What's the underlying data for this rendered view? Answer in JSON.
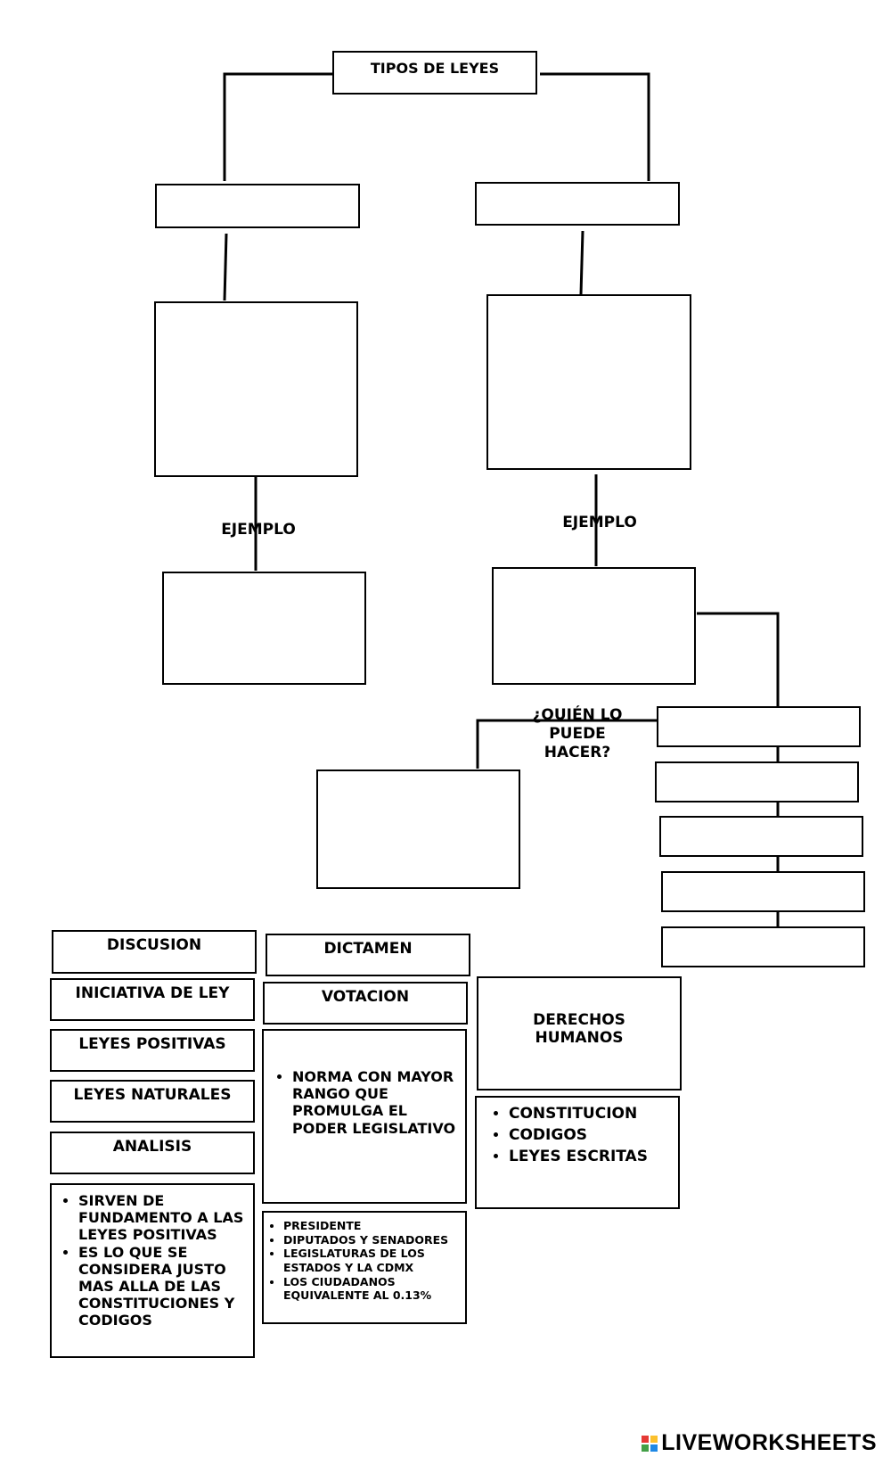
{
  "title": "TIPOS DE LEYES",
  "example_label": "EJEMPLO",
  "who_label_lines": [
    "¿QUIÉN LO",
    "PUEDE",
    "HACER?"
  ],
  "cards": [
    {
      "key": "discusion",
      "label": "DISCUSION"
    },
    {
      "key": "dictamen",
      "label": "DICTAMEN"
    },
    {
      "key": "iniciativa",
      "label": "INICIATIVA DE LEY"
    },
    {
      "key": "votacion",
      "label": "VOTACION"
    },
    {
      "key": "positivas",
      "label": "LEYES POSITIVAS"
    },
    {
      "key": "naturales",
      "label": "LEYES NATURALES"
    },
    {
      "key": "analisis",
      "label": "ANALISIS"
    },
    {
      "key": "derechos",
      "label": "DERECHOS HUMANOS"
    }
  ],
  "bullet_boxes": {
    "fundamento": [
      "SIRVEN DE FUNDAMENTO A LAS LEYES POSITIVAS",
      "ES LO QUE SE CONSIDERA JUSTO MAS ALLA DE LAS CONSTITUCIONES Y CODIGOS"
    ],
    "norma": [
      "NORMA CON MAYOR RANGO QUE PROMULGA EL PODER LEGISLATIVO"
    ],
    "presidente": [
      "PRESIDENTE",
      "DIPUTADOS Y SENADORES",
      "LEGISLATURAS DE LOS ESTADOS Y LA CDMX",
      "LOS CIUDADANOS EQUIVALENTE AL 0.13%"
    ],
    "constitucion": [
      "CONSTITUCION",
      "CODIGOS",
      "LEYES ESCRITAS"
    ]
  },
  "logo_text": "LIVEWORKSHEETS",
  "logo_colors": [
    "#e53935",
    "#fbc02d",
    "#43a047",
    "#1e88e5"
  ]
}
